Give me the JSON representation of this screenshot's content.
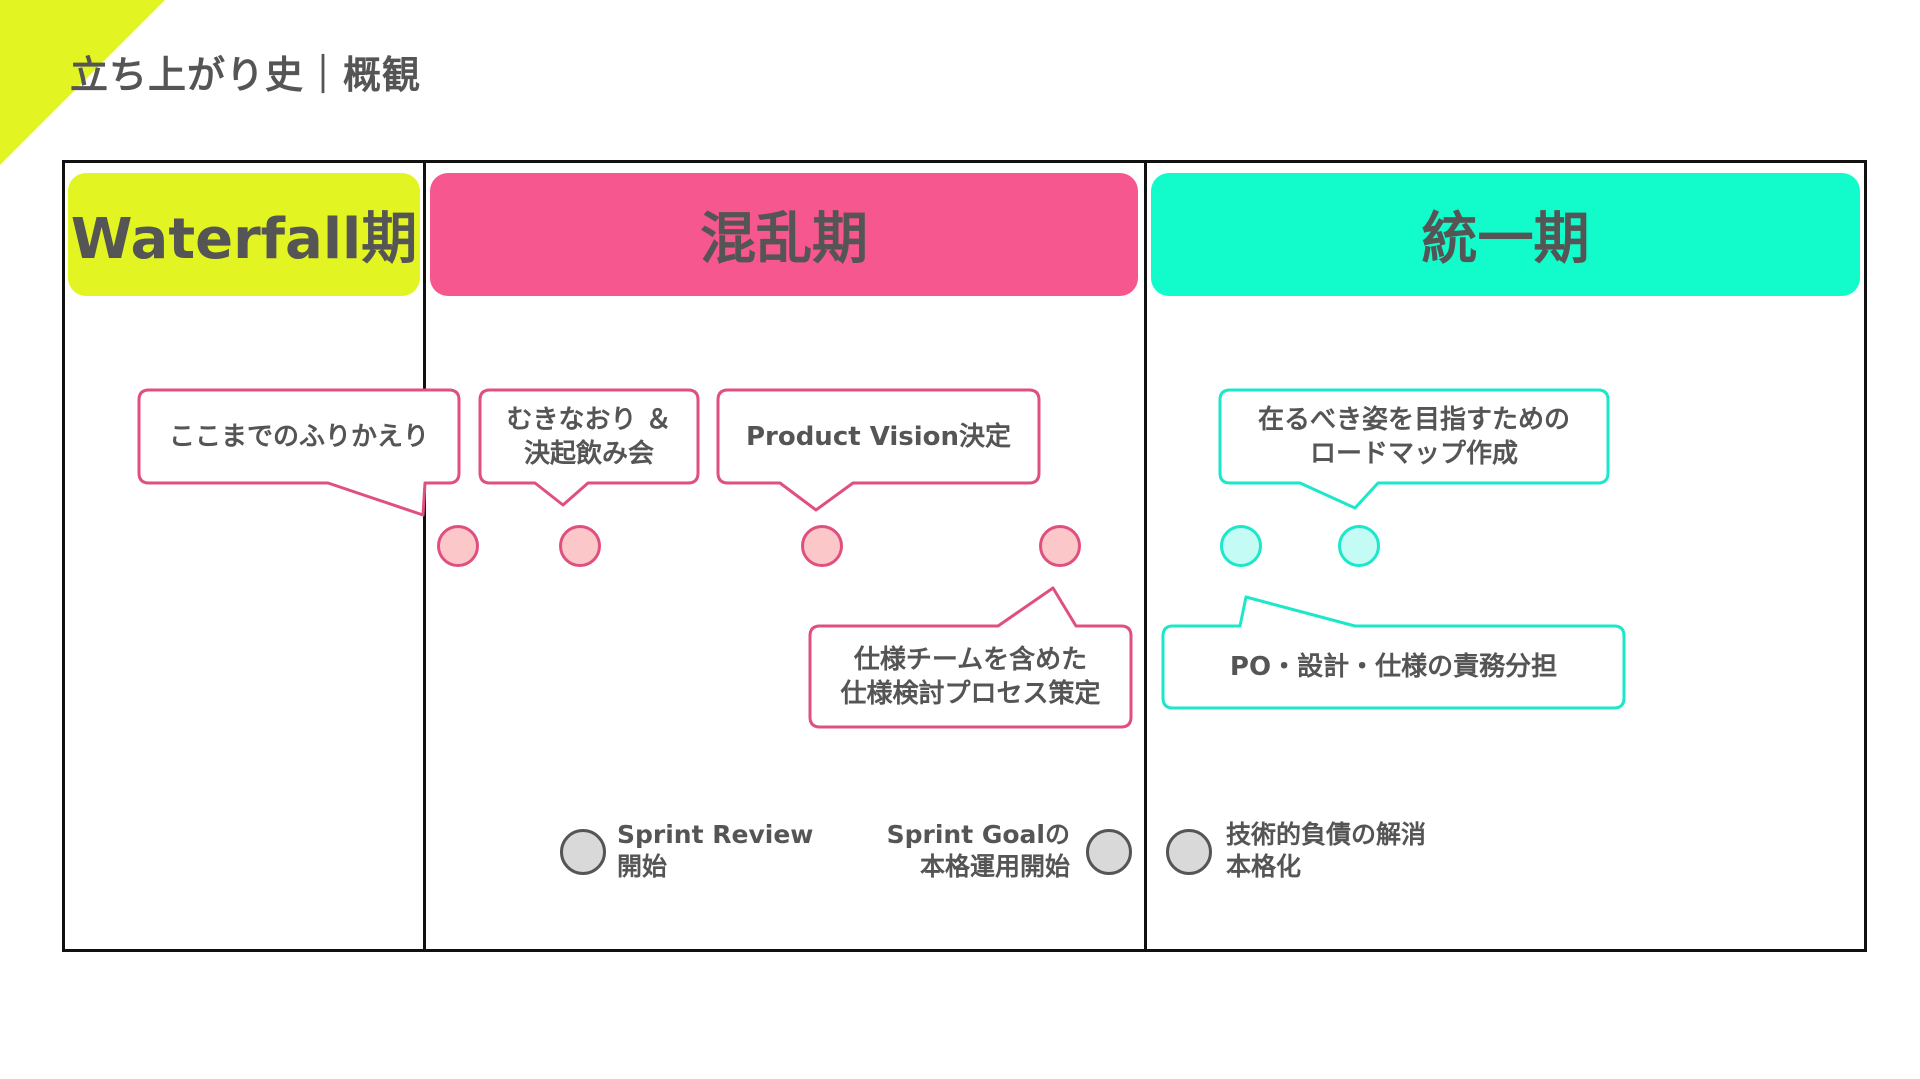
{
  "slide": {
    "title": "立ち上がり史｜概観"
  },
  "colors": {
    "accent_yellow": "#e2f522",
    "pink": "#f7578f",
    "cyan": "#12fbcb",
    "pink_stroke": "#e0507e",
    "cyan_stroke": "#1be8c9",
    "dot_pink_fill": "#fbc7c9",
    "dot_cyan_fill": "#c4fcf5",
    "dot_gray_fill": "#d9d9d9",
    "text": "#555555"
  },
  "phases": [
    {
      "label": "Waterfall期"
    },
    {
      "label": "混乱期"
    },
    {
      "label": "統一期"
    }
  ],
  "callouts": [
    {
      "lines": [
        "ここまでのふりかえり"
      ]
    },
    {
      "lines": [
        "むきなおり ＆",
        "決起飲み会"
      ]
    },
    {
      "lines": [
        "Product Vision決定"
      ]
    },
    {
      "lines": [
        "仕様チームを含めた",
        "仕様検討プロセス策定"
      ]
    },
    {
      "lines": [
        "在るべき姿を目指すための",
        "ロードマップ作成"
      ]
    },
    {
      "lines": [
        "PO・設計・仕様の責務分担"
      ]
    }
  ],
  "milestones": [
    {
      "lines": [
        "Sprint Review",
        "開始"
      ]
    },
    {
      "lines": [
        "Sprint Goalの",
        "本格運用開始"
      ]
    },
    {
      "lines": [
        "技術的負債の解消",
        "本格化"
      ]
    }
  ]
}
